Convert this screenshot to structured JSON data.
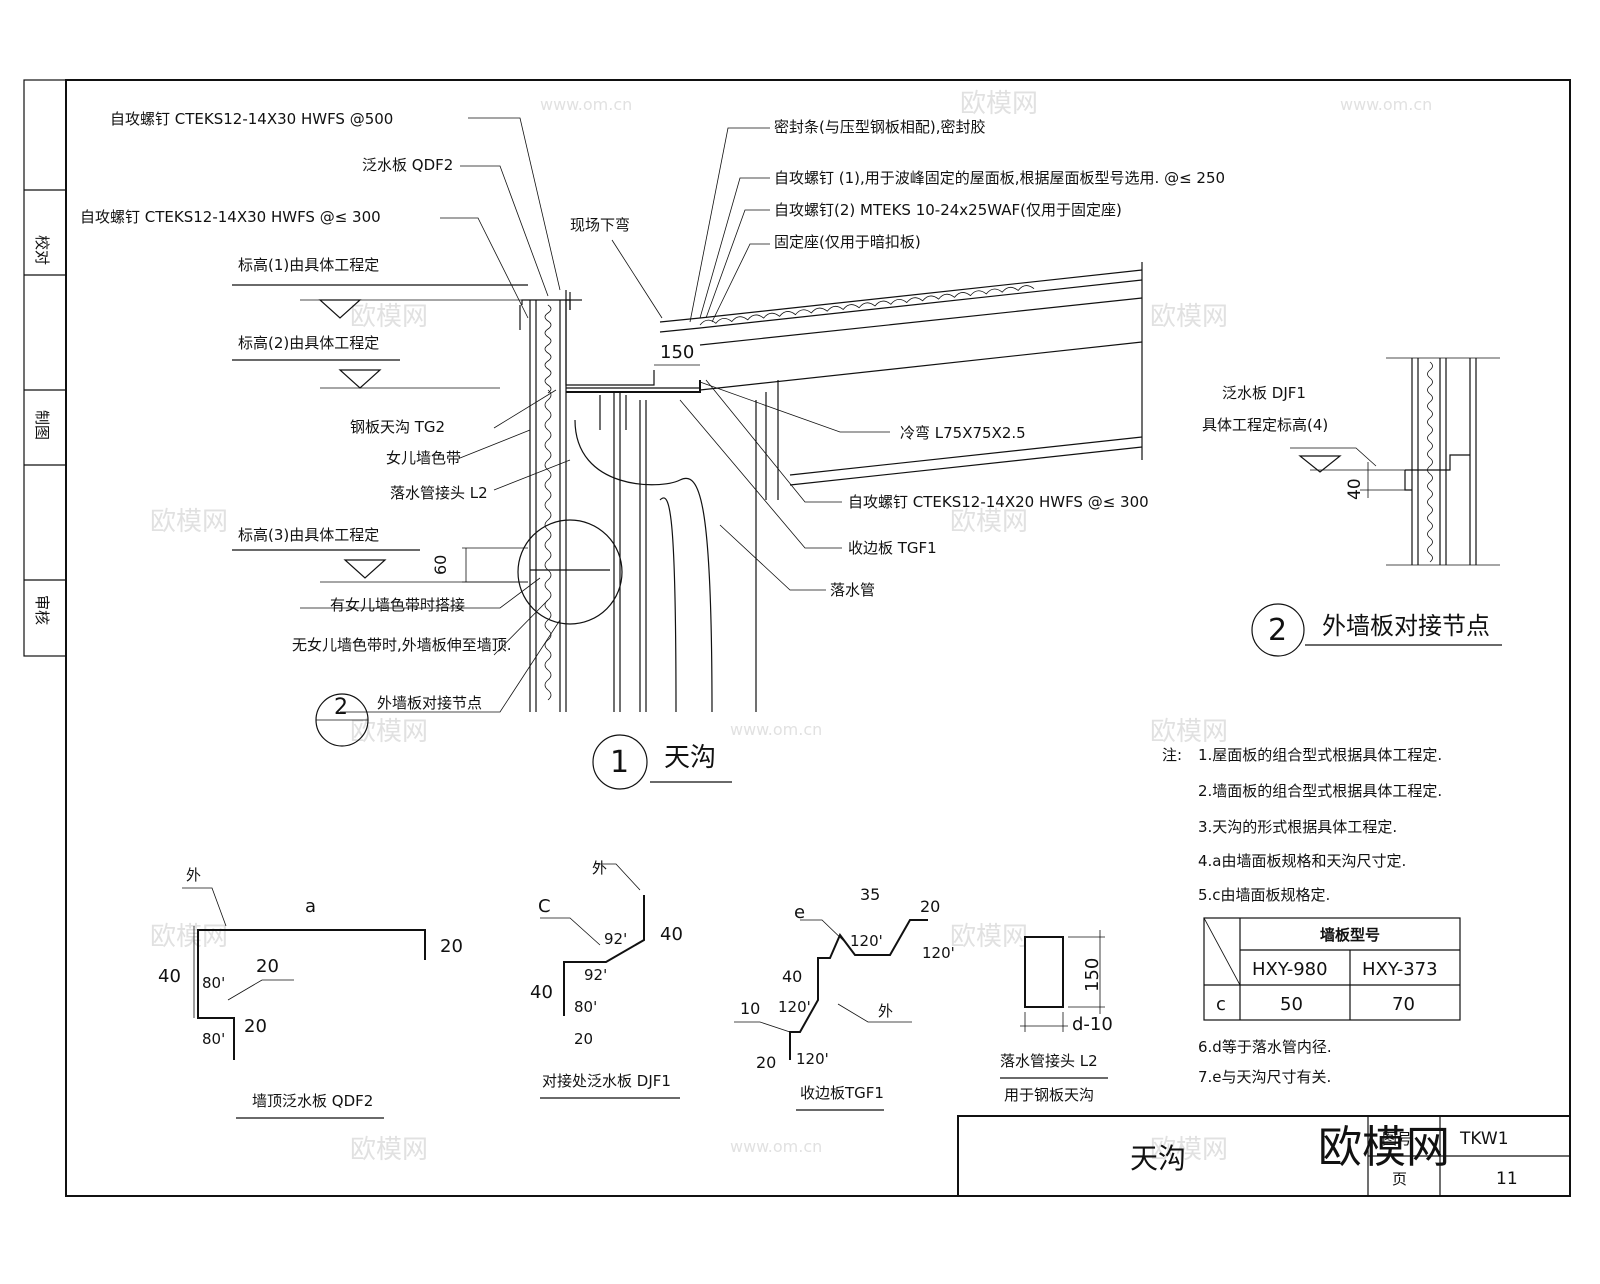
{
  "side_column": [
    "校对",
    "制图",
    "审核"
  ],
  "section1": {
    "labels": {
      "screw_top": "自攻螺钉 CTEKS12-14X30 HWFS @500",
      "flashing_qdf2": "泛水板 QDF2",
      "screw_300": "自攻螺钉 CTEKS12-14X30 HWFS @≤ 300",
      "elev1": "标高(1)由具体工程定",
      "elev2": "标高(2)由具体工程定",
      "gutter_tg2": "钢板天沟 TG2",
      "parapet_band": "女儿墙色带",
      "downpipe_joint": "落水管接头 L2",
      "elev3": "标高(3)由具体工程定",
      "lap_band": "有女儿墙色带时搭接",
      "no_band": "无女儿墙色带时,外墙板伸至墙顶.",
      "ref_node": "外墙板对接节点",
      "site_bend": "现场下弯",
      "seal_strip": "密封条(与压型钢板相配),密封胶",
      "screw1": "自攻螺钉 (1),用于波峰固定的屋面板,根据屋面板型号选用. @≤ 250",
      "screw2": "自攻螺钉(2) MTEKS 10-24x25WAF(仅用于固定座)",
      "fixed_seat": "固定座(仅用于暗扣板)",
      "cold_bend": "冷弯 L75X75X2.5",
      "screw_20": "自攻螺钉 CTEKS12-14X20 HWFS @≤ 300",
      "edge_tgf1": "收边板 TGF1",
      "downpipe": "落水管",
      "dim_150": "150",
      "dim_60": "60"
    },
    "ref_number": "2",
    "title_number": "1",
    "title": "天沟"
  },
  "section2": {
    "flashing_djf1": "泛水板 DJF1",
    "elev4": "具体工程定标高(4)",
    "dim_40": "40",
    "number": "2",
    "title": "外墙板对接节点"
  },
  "notes": {
    "lead": "注:",
    "items": [
      "1.屋面板的组合型式根据具体工程定.",
      "2.墙面板的组合型式根据具体工程定.",
      "3.天沟的形式根据具体工程定.",
      "4.a由墙面板规格和天沟尺寸定.",
      "5.c由墙面板规格定.",
      "6.d等于落水管内径.",
      "7.e与天沟尺寸有关."
    ],
    "table": {
      "header": "墙板型号",
      "columns": [
        "HXY-980",
        "HXY-373"
      ],
      "row_label": "c",
      "values": [
        "50",
        "70"
      ]
    }
  },
  "profiles": {
    "qdf2": {
      "outside": "外",
      "a": "a",
      "d40": "40",
      "d20a": "20",
      "d20b": "20",
      "d20c": "20",
      "ang1": "80'",
      "ang2": "80'",
      "caption": "墙顶泛水板 QDF2"
    },
    "djf1": {
      "outside": "外",
      "c": "C",
      "ang92a": "92'",
      "d40a": "40",
      "ang92b": "92'",
      "d40b": "40",
      "ang80": "80'",
      "d20": "20",
      "caption": "对接处泛水板 DJF1"
    },
    "tgf1": {
      "e": "e",
      "d35": "35",
      "d20a": "20",
      "ang120a": "120'",
      "ang120b": "120'",
      "d40": "40",
      "outside": "外",
      "d10": "10",
      "ang120c": "120'",
      "ang120d": "120'",
      "d20b": "20",
      "caption": "收边板TGF1"
    },
    "l2": {
      "d150": "150",
      "dim": "d-10",
      "caption": "落水管接头 L2",
      "sub": "用于钢板天沟"
    }
  },
  "title_block": {
    "title": "天沟",
    "label_drawing_no": "图号",
    "drawing_no": "TKW1",
    "label_page": "页",
    "page": "11"
  },
  "watermark": {
    "brand": "欧模网",
    "url": "www.om.cn"
  }
}
